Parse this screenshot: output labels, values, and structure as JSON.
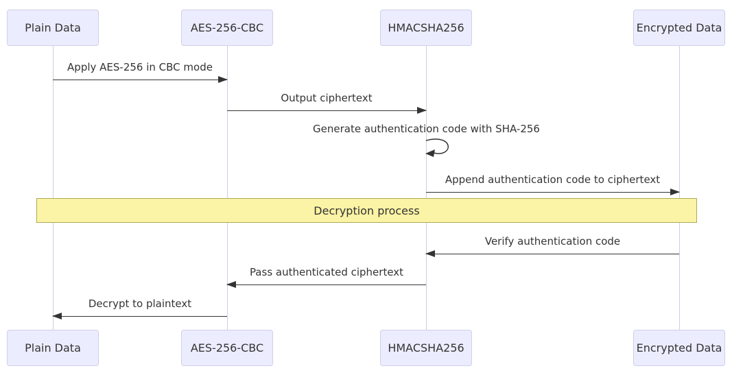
{
  "diagram": {
    "type": "sequence-diagram",
    "topic": "AES-256-CBC encryption with HMAC authentication",
    "participants": [
      {
        "id": "plain-data",
        "label": "Plain Data"
      },
      {
        "id": "aes-256-cbc",
        "label": "AES-256-CBC"
      },
      {
        "id": "hmacsha256",
        "label": "HMACSHA256"
      },
      {
        "id": "encrypted-data",
        "label": "Encrypted Data"
      }
    ],
    "messages": [
      {
        "from": "Plain Data",
        "to": "AES-256-CBC",
        "direction": "right",
        "label": "Apply AES-256 in CBC mode"
      },
      {
        "from": "AES-256-CBC",
        "to": "HMACSHA256",
        "direction": "right",
        "label": "Output ciphertext"
      },
      {
        "from": "HMACSHA256",
        "to": "HMACSHA256",
        "direction": "self",
        "label": "Generate authentication code with SHA-256"
      },
      {
        "from": "HMACSHA256",
        "to": "Encrypted Data",
        "direction": "right",
        "label": "Append authentication code to ciphertext"
      },
      {
        "from": "Encrypted Data",
        "to": "HMACSHA256",
        "direction": "left",
        "label": "Verify authentication code"
      },
      {
        "from": "HMACSHA256",
        "to": "AES-256-CBC",
        "direction": "left",
        "label": "Pass authenticated ciphertext"
      },
      {
        "from": "AES-256-CBC",
        "to": "Plain Data",
        "direction": "left",
        "label": "Decrypt to plaintext"
      }
    ],
    "sections": [
      {
        "label": "Decryption process"
      }
    ],
    "colors": {
      "background": "#ffffff",
      "actor_fill": "#ECECFF",
      "actor_border": "#cfcfe8",
      "lifeline": "#cfcfe0",
      "arrow": "#333333",
      "text": "#333333",
      "band_fill": "#fbf3a5",
      "band_border": "#abab58"
    }
  }
}
